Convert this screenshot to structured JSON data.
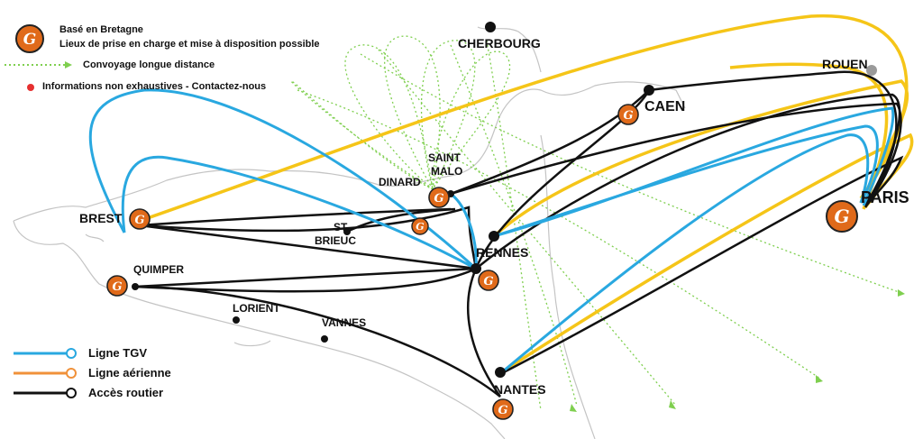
{
  "legend_top": {
    "base_line1": "Basé en Bretagne",
    "base_line2": "Lieux de prise en charge et mise à disposition possible",
    "convoy": "Convoyage longue distance",
    "info": "Informations non exhaustives - Contactez-nous"
  },
  "legend_bottom": {
    "tgv": "Ligne TGV",
    "air": "Ligne aérienne",
    "road": "Accès routier"
  },
  "colors": {
    "tgv": "#29a8e0",
    "air": "#f5c518",
    "air_legend": "#f0913a",
    "road": "#111111",
    "convoy": "#7fcf4f",
    "logo": "#e06a1a",
    "info_dot": "#e63030",
    "coast": "#bdbdbd"
  },
  "logo_letter": "G",
  "cities": {
    "cherbourg": "CHERBOURG",
    "rouen": "ROUEN",
    "caen": "CAEN",
    "paris": "PARIS",
    "saint_malo_1": "SAINT",
    "saint_malo_2": "MALO",
    "dinard": "DINARD",
    "brest": "BREST",
    "st_brieuc_1": "ST",
    "st_brieuc_2": "BRIEUC",
    "rennes": "RENNES",
    "quimper": "QUIMPER",
    "lorient": "LORIENT",
    "vannes": "VANNES",
    "nantes": "NANTES"
  }
}
